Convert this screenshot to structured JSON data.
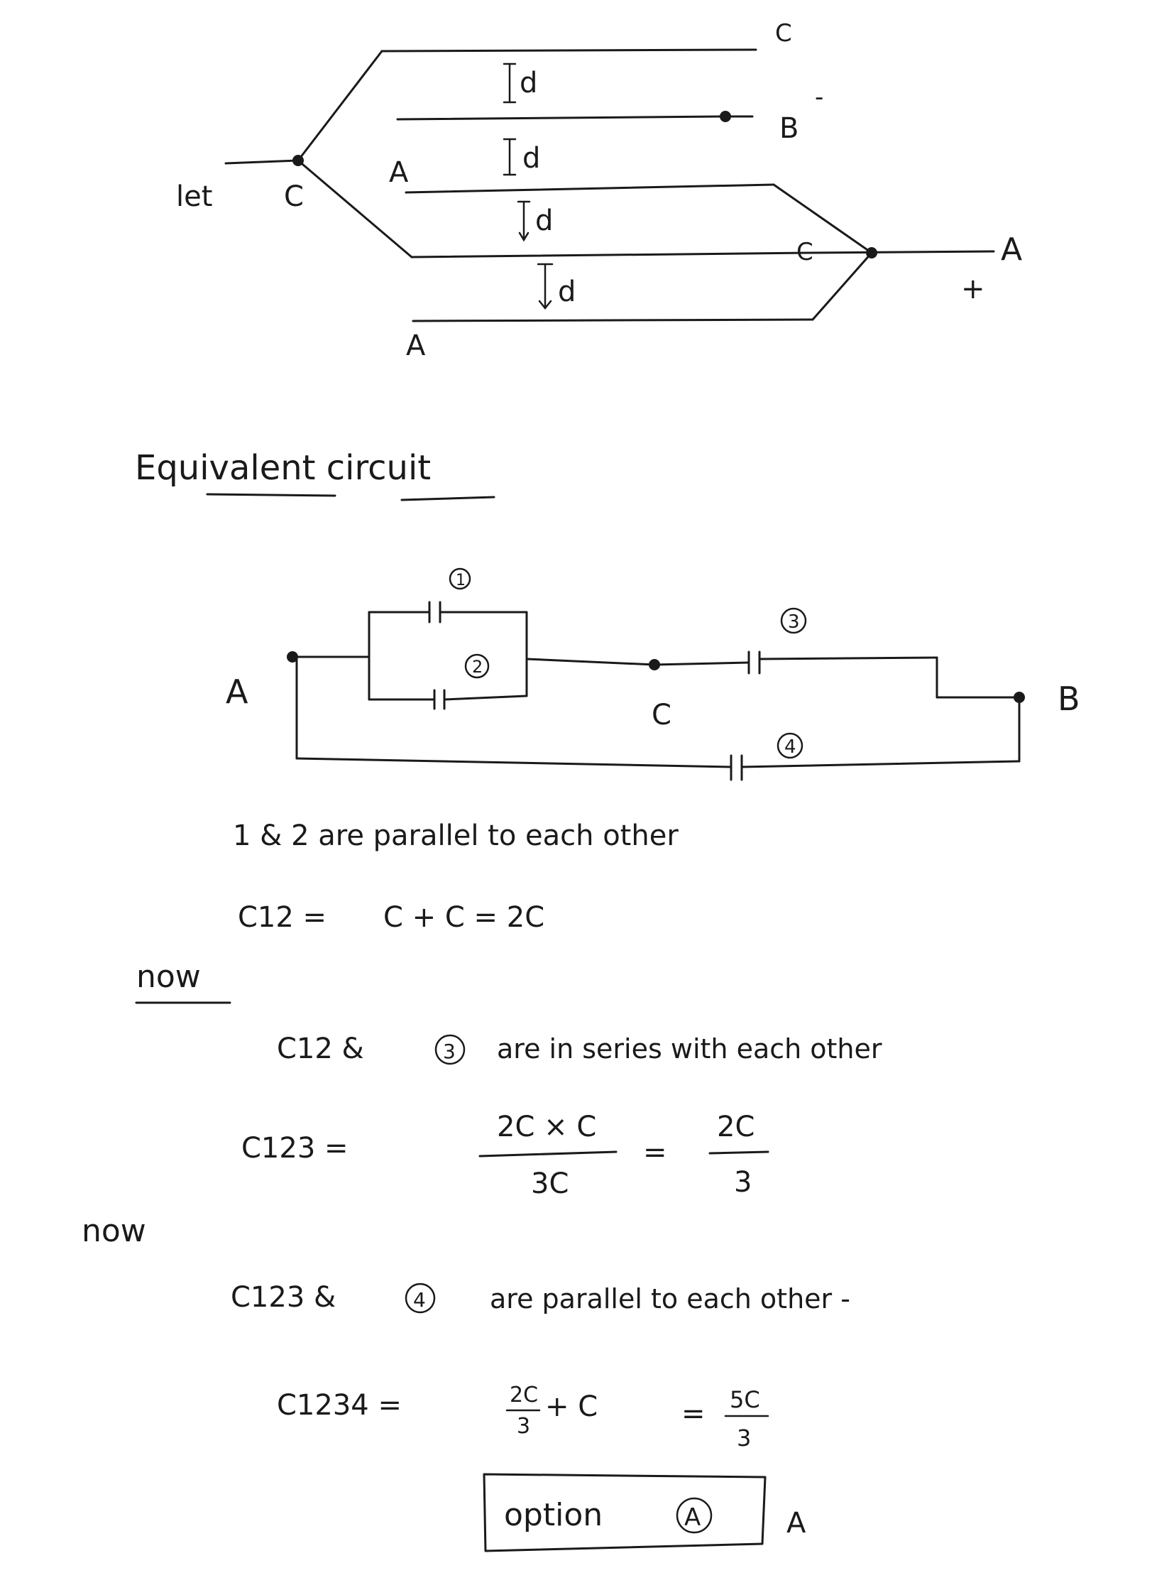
{
  "top_diagram": {
    "let_label": "let",
    "node_c_left": "C",
    "plate_top_label": "C",
    "plate_b_label": "B",
    "b_sign": "-",
    "left_a_label": "A",
    "right_c_label": "C",
    "right_a_label": "A",
    "plus_sign": "+",
    "bottom_a_label": "A",
    "gap_label": "d"
  },
  "equivalent": {
    "heading": "Equivalent circuit",
    "label_a": "A",
    "label_b": "B",
    "label_c": "C",
    "cap_1": "1",
    "cap_2": "2",
    "cap_3": "3",
    "cap_4": "4"
  },
  "work": {
    "line1": "1 & 2  are  parallel  to  each other",
    "c12_lhs": "C12 =",
    "c12_rhs": "C + C = 2C",
    "now1": "now",
    "series_pre": "C12 &",
    "series_circle": "3",
    "series_post": "are in series  with each other",
    "c123_lhs": "C123 =",
    "c123_num": "2C × C",
    "c123_den": "3C",
    "eq": "=",
    "c123_res_num": "2C",
    "c123_res_den": "3",
    "now2": "now",
    "par_pre": "C123 &",
    "par_circle": "4",
    "par_post": "are  parallel  to  each other -",
    "c1234_lhs": "C1234 =",
    "c1234_frac_num": "2C",
    "c1234_frac_den": "3",
    "c1234_plus": "+ C",
    "c1234_res_num": "5C",
    "c1234_res_den": "3",
    "option_text": "option",
    "option_letter": "A",
    "ans_mark": "A"
  }
}
